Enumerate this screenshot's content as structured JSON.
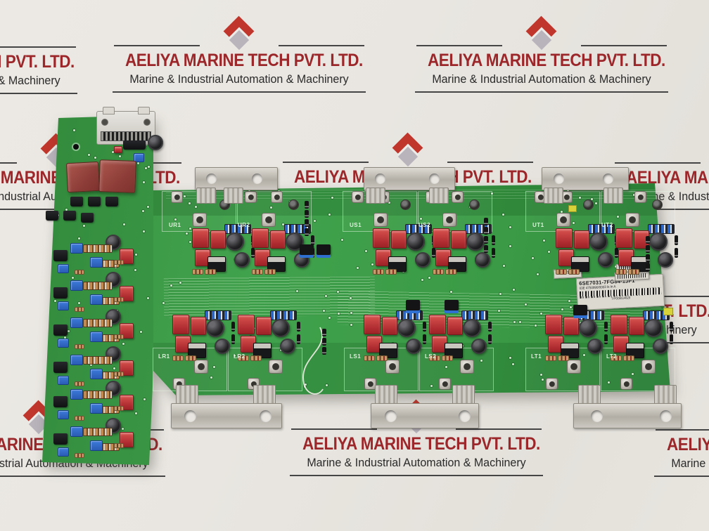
{
  "photo": {
    "description": "green printed circuit board on white watermarked background",
    "watermark": {
      "title": "AELIYA MARINE TECH PVT. LTD.",
      "subtitle": "Marine & Industrial Automation & Machinery",
      "title_color": "#9c272b",
      "subtitle_color": "#2a2a2a",
      "chevron_color": "#c0362c",
      "diamond_color": "#b9b3bc"
    },
    "board": {
      "pcb_color": "#3a9648",
      "part_sticker": {
        "part_number": "6SE7031-7FG84-1JF1",
        "detail_line": "03E 4750990/0003      Is  In  A",
        "barcode_caption": "T-PG08114829"
      },
      "serial_label": "797874",
      "upper_section_labels": [
        "UR1",
        "UR2",
        "US1",
        "US2",
        "UT1",
        "UT2"
      ],
      "lower_section_labels": [
        "LR1",
        "LR2",
        "LS1",
        "LS2",
        "LT1",
        "LT2"
      ]
    }
  }
}
